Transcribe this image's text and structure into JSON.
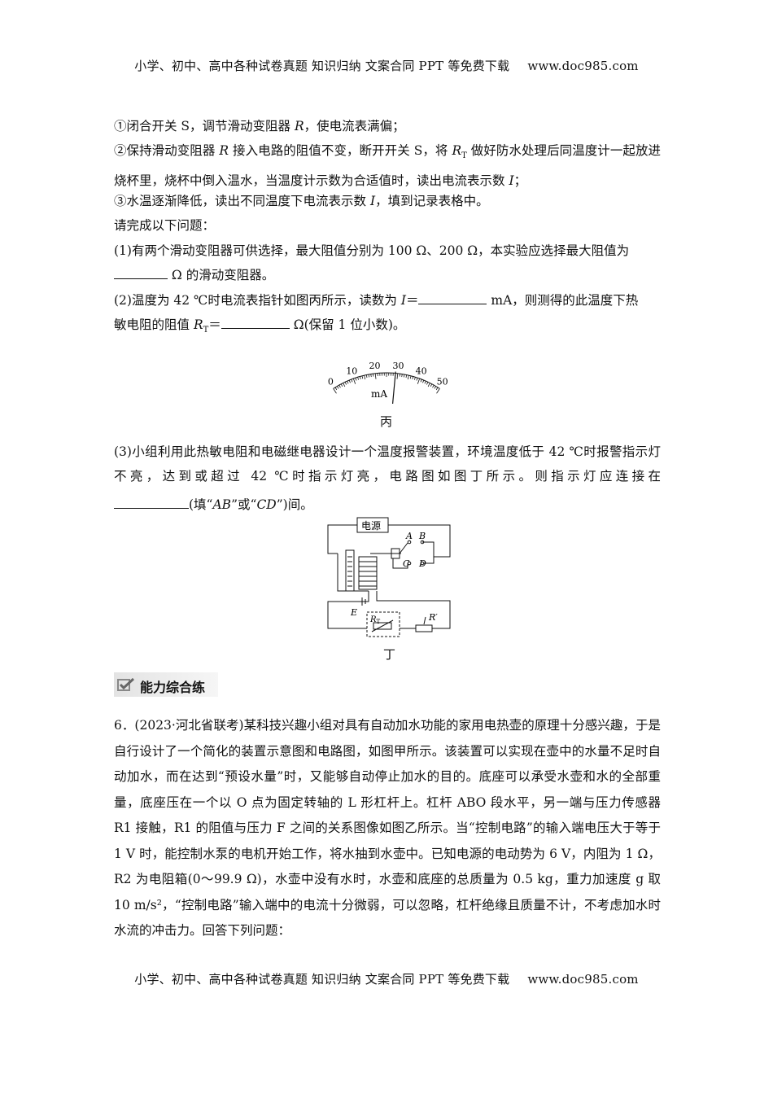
{
  "header": {
    "left": "小学、初中、高中各种试卷真题 知识归纳 文案合同 PPT 等免费下载",
    "right": "www.doc985.com"
  },
  "footer": {
    "left": "小学、初中、高中各种试卷真题 知识归纳 文案合同 PPT 等免费下载",
    "right": "www.doc985.com"
  },
  "steps": {
    "s1_pre": "①闭合开关 S，调节滑动变阻器 ",
    "s1_var": "R",
    "s1_post": "，使电流表满偏；",
    "s2_pre": "②保持滑动变阻器 ",
    "s2_var": "R",
    "s2_mid": " 接入电路的阻值不变，断开开关 S，将 ",
    "s2_rt": "R",
    "s2_rt_sub": "T",
    "s2_post": " 做好防水处理后同温度计一起放进烧杯里，烧杯中倒入温水，当温度计示数为合适值时，读出电流表示数 ",
    "s2_i": "I",
    "s2_end": "；",
    "s3_pre": "③水温逐渐降低，读出不同温度下电流表示数 ",
    "s3_i": "I",
    "s3_post": "，填到记录表格中。",
    "prompt": "请完成以下问题："
  },
  "q1": {
    "line1": "(1)有两个滑动变阻器可供选择，最大阻值分别为 100 Ω、200 Ω，本实验应选择最大阻值为",
    "line2_post": " Ω 的滑动变阻器。"
  },
  "q2": {
    "pre": "(2)温度为 42 ℃时电流表指针如图丙所示，读数为 ",
    "i": "I",
    "eq": "＝",
    "unit": " mA，则测得的此温度下热",
    "line2_pre": "敏电阻的阻值 ",
    "rt": "R",
    "rt_sub": "T",
    "line2_eq": "＝",
    "line2_post": " Ω(保留 1 位小数)。"
  },
  "meter": {
    "ticks": [
      "0",
      "10",
      "20",
      "30",
      "40",
      "50"
    ],
    "unit": "mA",
    "reading": 29,
    "caption": "丙"
  },
  "q3": {
    "text_pre": "(3)小组利用此热敏电阻和电磁继电器设计一个温度报警装置，环境温度低于 42 ℃时报警指示灯不亮，达到或超过 42 ℃时指示灯亮，电路图如图丁所示。则指示灯应连接在",
    "line3_post_a": "(填“",
    "ab": "AB",
    "mid": "”或“",
    "cd": "CD",
    "line3_post_b": "”)间。"
  },
  "circuit": {
    "source": "电源",
    "labels": [
      "A",
      "B",
      "C",
      "D",
      "E"
    ],
    "rt": "R",
    "rt_sub": "T",
    "rprime": "R′",
    "caption": "丁"
  },
  "section": {
    "title": "能力综合练"
  },
  "q6": {
    "num": "6．",
    "source": "(2023·河北省联考)",
    "text": "某科技兴趣小组对具有自动加水功能的家用电热壶的原理十分感兴趣，于是自行设计了一个简化的装置示意图和电路图，如图甲所示。该装置可以实现在壶中的水量不足时自动加水，而在达到“预设水量”时，又能够自动停止加水的目的。底座可以承受水壶和水的全部重量，底座压在一个以 O 点为固定转轴的 L 形杠杆上。杠杆 ABO 段水平，另一端与压力传感器 R1 接触，R1 的阻值与压力 F 之间的关系图像如图乙所示。当“控制电路”的输入端电压大于等于 1 V 时，能控制水泵的电机开始工作，将水抽到水壶中。已知电源的电动势为 6 V，内阻为 1 Ω，R2 为电阻箱(0～99.9 Ω)，水壶中没有水时，水壶和底座的总质量为 0.5 kg，重力加速度 g 取 10 m/s²，“控制电路”输入端中的电流十分微弱，可以忽略，杠杆绝缘且质量不计，不考虑加水时水流的冲击力。回答下列问题："
  }
}
